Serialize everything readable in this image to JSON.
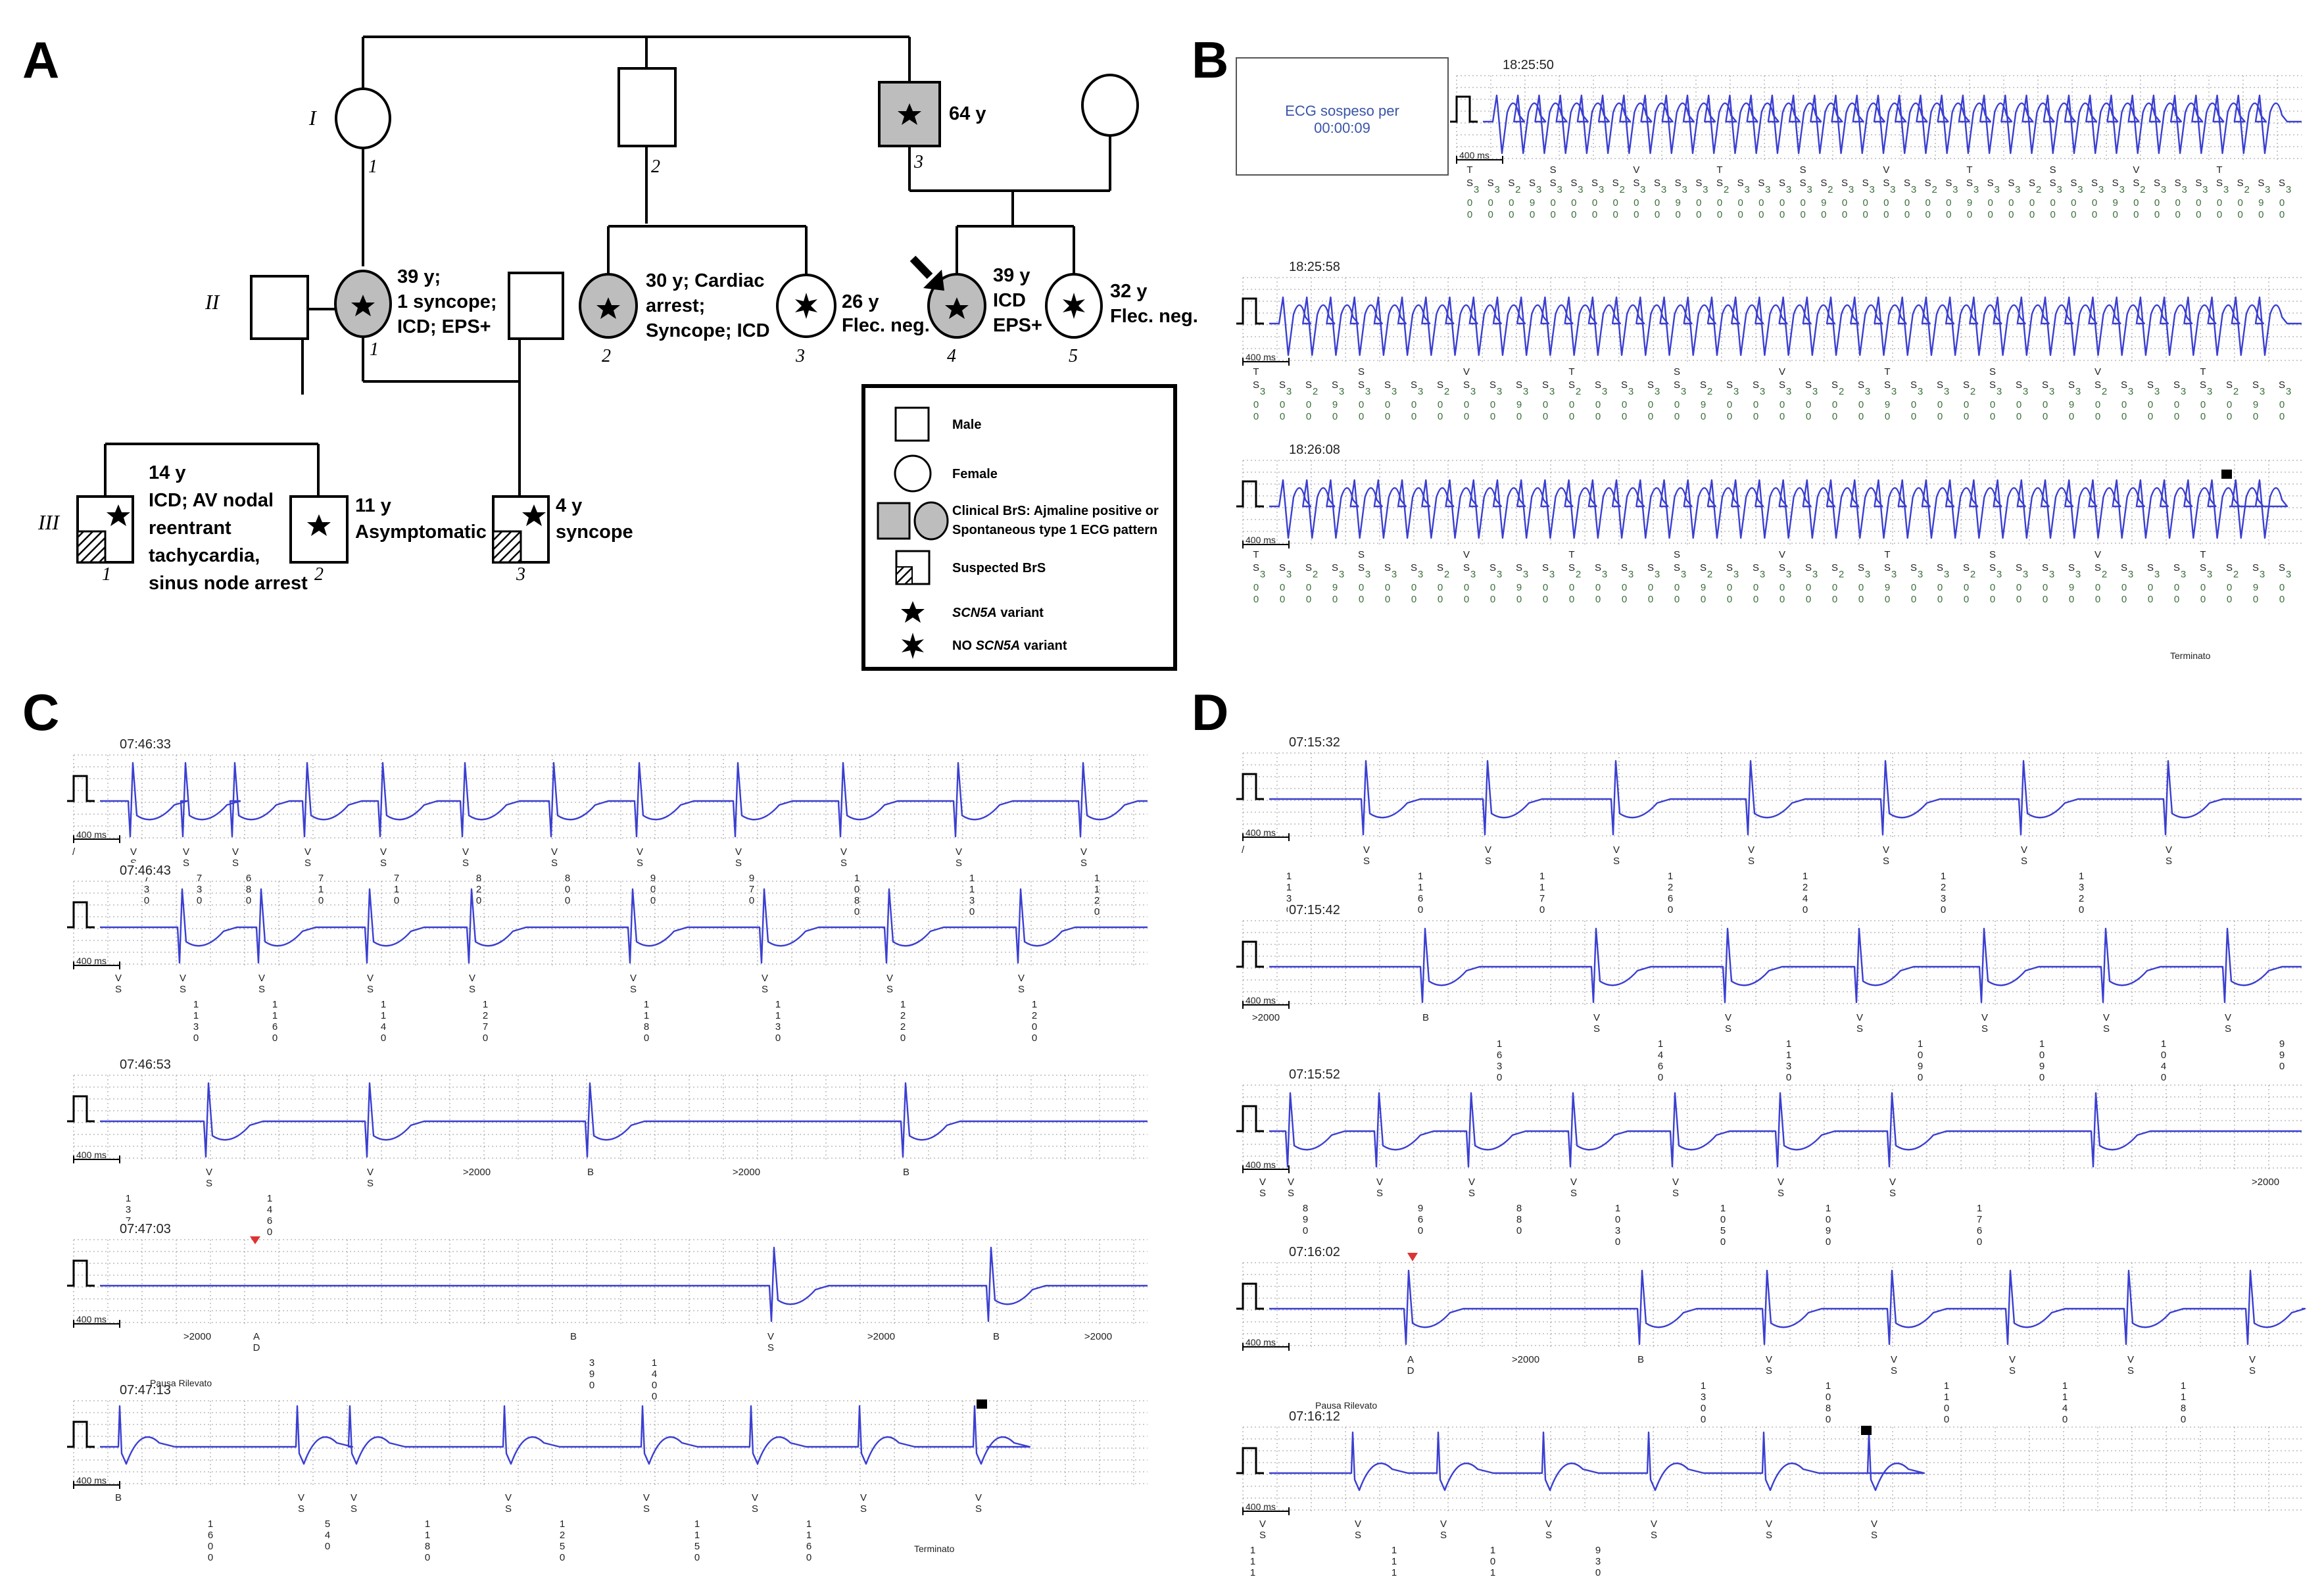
{
  "panels": {
    "a": "A",
    "b": "B",
    "c": "C",
    "d": "D"
  },
  "pedigree": {
    "generations": [
      "I",
      "II",
      "III"
    ],
    "individuals": [
      {
        "id": "I-1",
        "index": "1"
      },
      {
        "id": "I-2",
        "index": "2"
      },
      {
        "id": "I-3",
        "index": "3",
        "lines": [
          "64 y"
        ]
      },
      {
        "id": "II-1",
        "index": "1",
        "lines": [
          "39 y;",
          "1 syncope;",
          "ICD; EPS+"
        ]
      },
      {
        "id": "II-2",
        "index": "2",
        "lines": [
          "30 y; Cardiac",
          "arrest;",
          "Syncope; ICD"
        ]
      },
      {
        "id": "II-3",
        "index": "3",
        "lines": [
          "26 y",
          "Flec. neg."
        ]
      },
      {
        "id": "II-4",
        "index": "4",
        "lines": [
          "39 y",
          "ICD",
          "EPS+"
        ]
      },
      {
        "id": "II-5",
        "index": "5",
        "lines": [
          "32 y",
          "Flec. neg."
        ]
      },
      {
        "id": "III-1",
        "index": "1",
        "lines": [
          "14 y",
          "ICD; AV nodal",
          "reentrant",
          "tachycardia,",
          "sinus node arrest"
        ]
      },
      {
        "id": "III-2",
        "index": "2",
        "lines": [
          "11 y",
          "Asymptomatic"
        ]
      },
      {
        "id": "III-3",
        "index": "3",
        "lines": [
          "4 y",
          "syncope"
        ]
      }
    ],
    "legend": {
      "male": "Male",
      "female": "Female",
      "clinical_1": "Clinical BrS: Ajmaline positive or",
      "clinical_2": "Spontaneous type 1 ECG pattern",
      "suspected": "Suspected BrS",
      "variant_gene": "SCN5A",
      "variant_suffix": " variant",
      "no_prefix": "NO ",
      "no_gene": "SCN5A",
      "no_suffix": " variant"
    }
  },
  "panel_b": {
    "box_line1": "ECG sospeso per",
    "box_line2": "00:00:09",
    "times": [
      "18:25:50",
      "18:25:58",
      "18:26:08"
    ],
    "scale": "400 ms",
    "end_label": "Terminato"
  },
  "panel_c": {
    "times": [
      "07:46:33",
      "07:46:43",
      "07:46:53",
      "07:47:03",
      "07:47:13"
    ],
    "scale": "400 ms",
    "row1": {
      "start": "/",
      "marks": [
        "VS",
        "VS",
        "VS",
        "VS",
        "VS",
        "VS",
        "VS",
        "VS",
        "VS",
        "VS",
        "VS",
        "VS"
      ],
      "intervals": [
        "730",
        "730",
        "680",
        "710",
        "710",
        "820",
        "800",
        "900",
        "970",
        "1080",
        "1130",
        "1120"
      ]
    },
    "row2": {
      "marks": [
        "VS",
        "VS",
        "VS",
        "VS",
        "VS",
        "VS",
        "VS",
        "VS",
        "VS",
        "VS"
      ],
      "intervals": [
        "1130",
        "1160",
        "1140",
        "1270",
        "1180",
        "1130",
        "1220",
        "1200"
      ]
    },
    "row3": {
      "marks": [
        "VS",
        "VS",
        "B",
        "B"
      ],
      "intervals": [
        "1370",
        "1460"
      ],
      "long": [
        ">2000",
        ">2000"
      ]
    },
    "row4": {
      "marks": [
        "AD",
        "B",
        "VS",
        "B"
      ],
      "intervals": [
        "390",
        "1400"
      ],
      "long": [
        ">2000",
        ">2000",
        ">2000"
      ]
    },
    "row5": {
      "marks": [
        "B",
        "VS",
        "VS",
        "VS",
        "VS",
        "VS",
        "VS",
        "VS"
      ],
      "intervals": [
        "1600",
        "540",
        "1180",
        "1250",
        "1150",
        "1160"
      ]
    },
    "pause_label": "Pausa Rilevato",
    "end_label": "Terminato"
  },
  "panel_d": {
    "times": [
      "07:15:32",
      "07:15:42",
      "07:15:52",
      "07:16:02",
      "07:16:12"
    ],
    "scale": "400 ms",
    "row1": {
      "start": "/",
      "marks": [
        "VS",
        "VS",
        "VS",
        "VS",
        "VS",
        "VS",
        "VS"
      ],
      "intervals": [
        "1130",
        "1160",
        "1170",
        "1260",
        "1240",
        "1230",
        "1320"
      ]
    },
    "row2": {
      "marks": [
        "B",
        "VS",
        "VS",
        "VS",
        "VS",
        "VS",
        "VS"
      ],
      "intervals": [
        "1630",
        "1460",
        "1130",
        "1090",
        "1090",
        "1040",
        "990"
      ],
      "long": [
        ">2000"
      ]
    },
    "row3": {
      "marks": [
        "VS",
        "VS",
        "VS",
        "VS",
        "VS",
        "VS",
        "VS",
        "VS"
      ],
      "intervals": [
        "890",
        "960",
        "880",
        "1030",
        "1050",
        "1090",
        "1760"
      ],
      "long": [
        ">2000"
      ]
    },
    "row4": {
      "marks": [
        "AD",
        "B",
        "VS",
        "VS",
        "VS",
        "VS",
        "VS"
      ],
      "intervals": [
        "1300",
        "1080",
        "1100",
        "1140",
        "1180"
      ],
      "long": [
        ">2000"
      ]
    },
    "row5": {
      "marks": [
        "VS",
        "VS",
        "VS",
        "VS",
        "VS",
        "VS",
        "VS"
      ],
      "intervals": [
        "1110",
        "1110",
        "1010",
        "930"
      ]
    },
    "pause_label": "Pausa Rilevato"
  },
  "colors": {
    "ecg_trace": "#3b3fd0",
    "affected_fill": "#bdbdbd",
    "grid": "#9a9a9a",
    "marker_green": "#3a6d3a"
  }
}
